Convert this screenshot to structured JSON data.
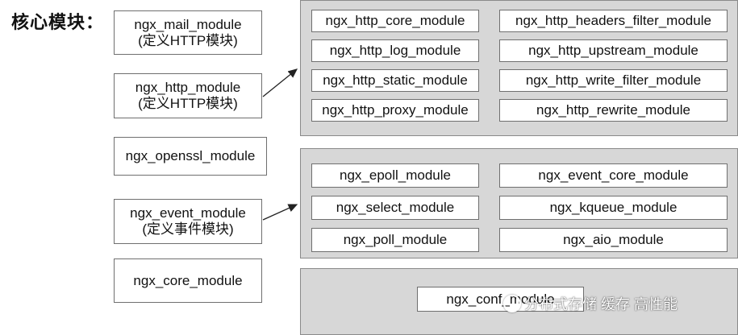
{
  "title": "核心模块：",
  "left_modules": [
    {
      "name": "ngx_mail_module",
      "sub": "(定义HTTP模块)"
    },
    {
      "name": "ngx_http_module",
      "sub": "(定义HTTP模块)"
    },
    {
      "name": "ngx_openssl_module",
      "sub": ""
    },
    {
      "name": "ngx_event_module",
      "sub": "(定义事件模块)"
    },
    {
      "name": "ngx_core_module",
      "sub": ""
    }
  ],
  "http_modules": [
    "ngx_http_core_module",
    "ngx_http_headers_filter_module",
    "ngx_http_log_module",
    "ngx_http_upstream_module",
    "ngx_http_static_module",
    "ngx_http_write_filter_module",
    "ngx_http_proxy_module",
    "ngx_http_rewrite_module"
  ],
  "event_modules": [
    "ngx_epoll_module",
    "ngx_event_core_module",
    "ngx_select_module",
    "ngx_kqueue_module",
    "ngx_poll_module",
    "ngx_aio_module"
  ],
  "core_panel_module": "ngx_conf_module",
  "watermark": "分布式存储 缓存 高性能",
  "colors": {
    "panel": "#d7d7d7",
    "border": "#6f6f6f",
    "background": "#ffffff"
  }
}
